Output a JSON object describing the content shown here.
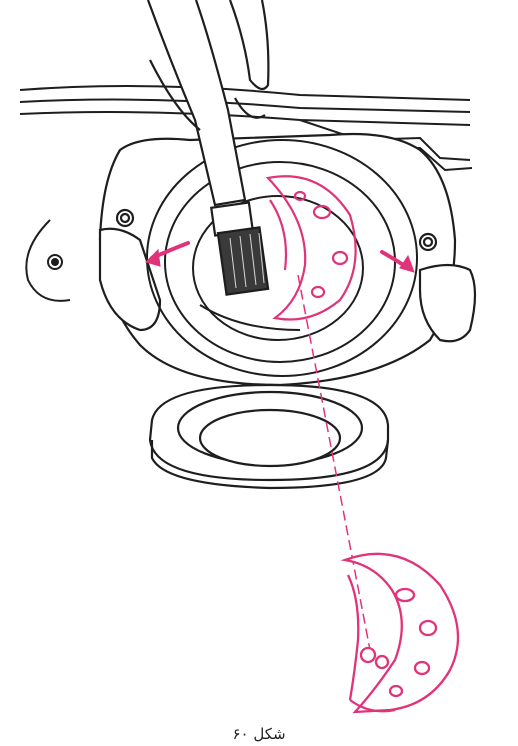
{
  "caption": "شكل ۶۰",
  "colors": {
    "line": "#1e1e1e",
    "accent": "#e0337a",
    "paper": "#ffffff",
    "shade": "#d8d8d8"
  },
  "parts": {
    "brush": "brush-with-handle",
    "hook_race": "bobbin-hook-race",
    "race_cover": "race-cover-ring",
    "hook": "rotary-hook",
    "arrows": "release-lever-arrows"
  }
}
